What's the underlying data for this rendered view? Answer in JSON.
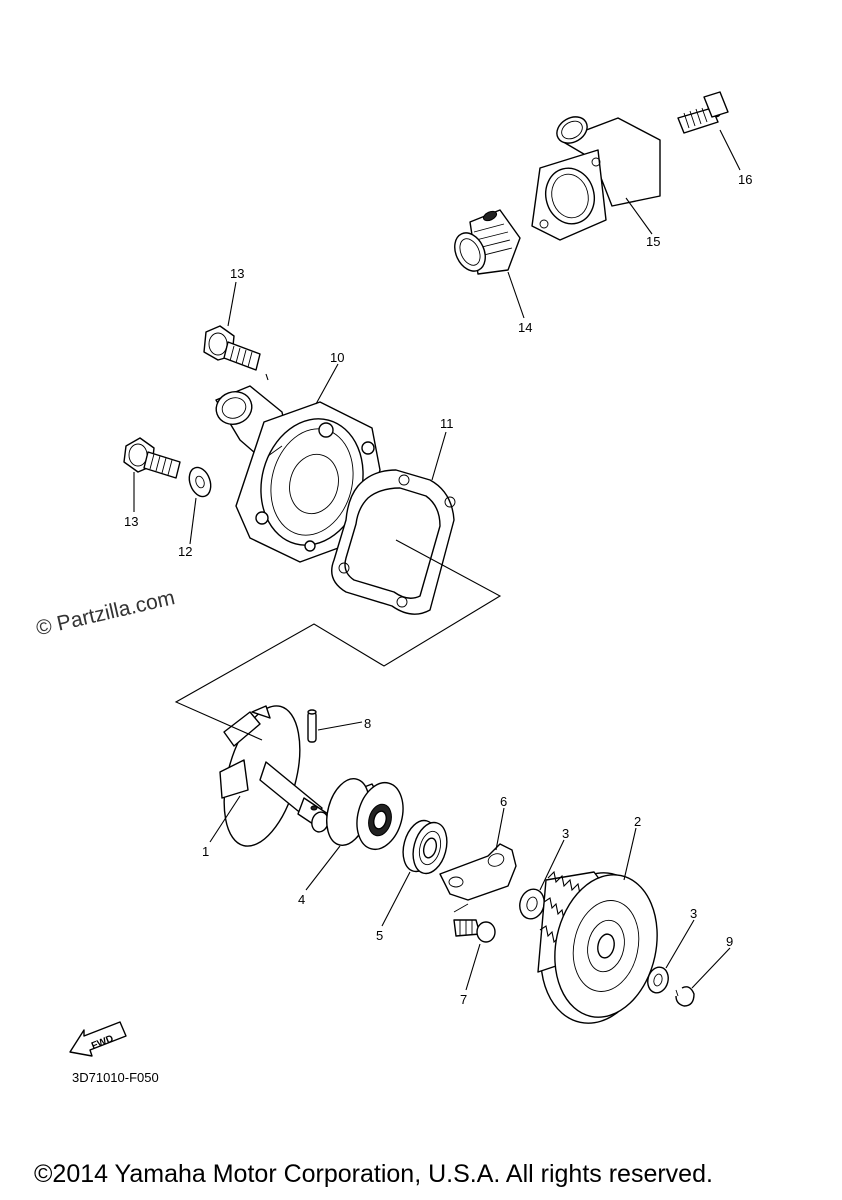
{
  "watermark": "© Partzilla.com",
  "diagram_code": "3D71010-F050",
  "fwd_label": "FWD",
  "copyright": "©2014 Yamaha Motor Corporation, U.S.A. All rights reserved.",
  "callouts": {
    "c1": "1",
    "c2": "2",
    "c3a": "3",
    "c3b": "3",
    "c4": "4",
    "c5": "5",
    "c6": "6",
    "c7": "7",
    "c8": "8",
    "c9": "9",
    "c10": "10",
    "c11": "11",
    "c12": "12",
    "c13a": "13",
    "c13b": "13",
    "c14": "14",
    "c15": "15",
    "c16": "16"
  }
}
